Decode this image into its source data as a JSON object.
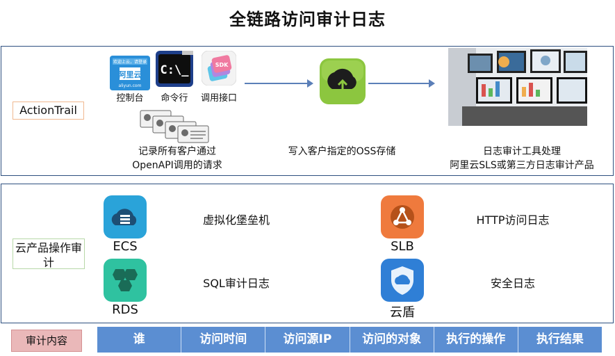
{
  "title": "全链路访问审计日志",
  "top_panel": {
    "label": "ActionTrail",
    "sources": [
      {
        "label": "控制台",
        "icon": "aliyun-console-icon"
      },
      {
        "label": "命令行",
        "icon": "command-line-icon"
      },
      {
        "label": "调用接口",
        "icon": "sdk-icon"
      }
    ],
    "aliyun_icon_text": "阿里云",
    "aliyun_small_text": "欢迎上云，请登录",
    "aliyun_domain": "aliyun.com",
    "cmd_text": "C:\\_",
    "sdk_text": "SDK",
    "step1_lines": [
      "记录所有客户通过",
      "OpenAPI调用的请求"
    ],
    "step2": "写入客户指定的OSS存储",
    "step3_lines": [
      "日志审计工具处理",
      "阿里云SLS或第三方日志审计产品"
    ]
  },
  "middle_panel": {
    "label": "云产品操作审计",
    "products": [
      {
        "name": "ECS",
        "desc": "虚拟化堡垒机",
        "icon": "ecs-icon"
      },
      {
        "name": "SLB",
        "desc": "HTTP访问日志",
        "icon": "slb-icon"
      },
      {
        "name": "RDS",
        "desc": "SQL审计日志",
        "icon": "rds-icon"
      },
      {
        "name": "云盾",
        "desc": "安全日志",
        "icon": "shield-icon"
      }
    ]
  },
  "bottom": {
    "label": "审计内容",
    "headers": [
      "谁",
      "访问时间",
      "访问源IP",
      "访问的对象",
      "执行的操作",
      "执行结果"
    ]
  },
  "colors": {
    "panel_border": "#2d4f7f",
    "header_bar": "#5b8ed2",
    "bottom_label": "#eab8b9",
    "arrow": "#5b7fb8"
  }
}
